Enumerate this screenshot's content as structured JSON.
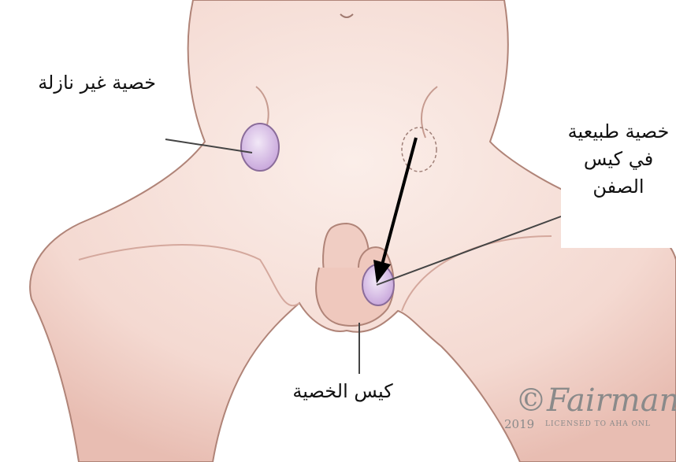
{
  "labels": {
    "undescended_testis": "خصية غير نازلة",
    "normal_testis": [
      "خصية طبيعية",
      "في كيس",
      "الصفن"
    ],
    "scrotum": "كيس الخصية"
  },
  "credit": {
    "signature": "©Fairman",
    "year": "2019",
    "license": "LICENSED TO AHA ONL"
  },
  "colors": {
    "skin": "#f4d6cf",
    "skin_shadow": "#d9a69c",
    "testis": "#d8bfe6",
    "leader_line": "#444444",
    "arrow": "#000000"
  }
}
